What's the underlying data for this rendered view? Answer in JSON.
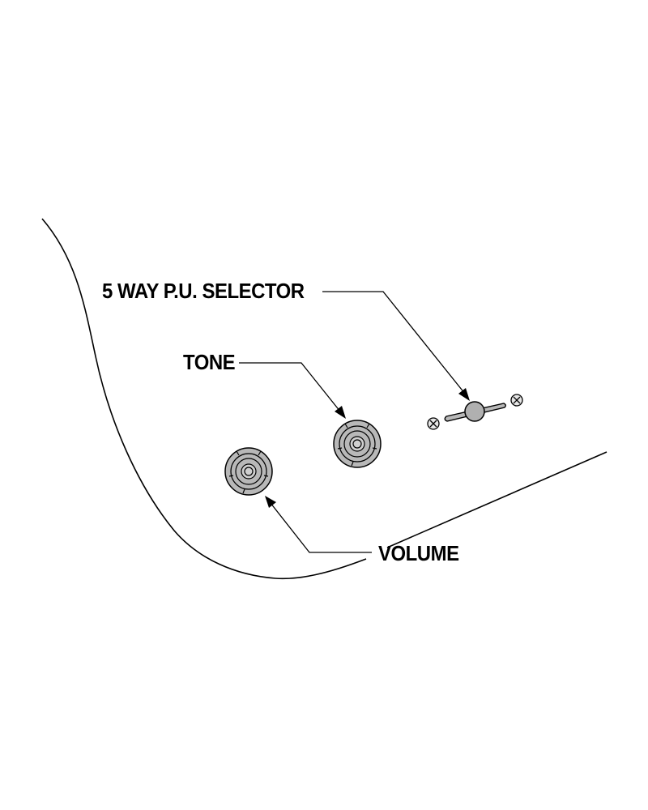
{
  "labels": {
    "selector": "5 WAY P.U. SELECTOR",
    "tone": "TONE",
    "volume": "VOLUME"
  },
  "colors": {
    "line": "#000000",
    "knob_fill": "#b8b8b8",
    "background": "#ffffff"
  }
}
